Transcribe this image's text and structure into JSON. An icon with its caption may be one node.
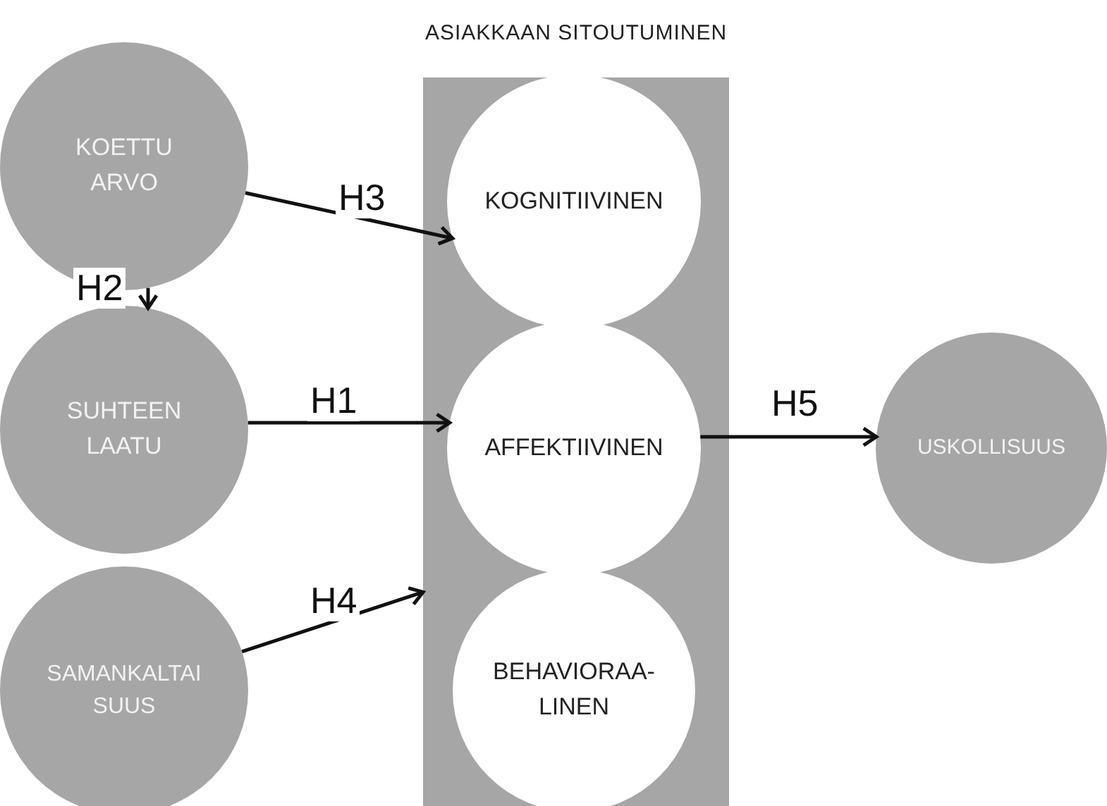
{
  "diagram": {
    "nodes": [
      {
        "text": [
          "ASIAKKAAN SITOUTUMINEN"
        ]
      },
      {
        "text": [
          "KOGNITIIVINEN"
        ],
        "in": 0
      },
      {
        "text": [
          "AFFEKTIIVINEN"
        ],
        "in": 0
      },
      {
        "text": [
          "BEHAVIORAA- LINEN"
        ],
        "in": 0
      },
      {
        "text": [
          "KOETTU ARVO"
        ]
      },
      {
        "text": [
          "SUHTEEN LAATU"
        ]
      },
      {
        "text": [
          "SAMANKALTAI SUUS"
        ]
      },
      {
        "text": [
          "USKOLLISUUS"
        ]
      }
    ],
    "edges": [
      {
        "from": 4,
        "to": 1,
        "arrow": "to",
        "label": "H3"
      },
      {
        "from": 4,
        "to": 5,
        "arrow": "to",
        "label": "H2"
      },
      {
        "from": 5,
        "to": 2,
        "arrow": "to",
        "label": "H1"
      },
      {
        "from": 6,
        "to": 0,
        "arrow": "to",
        "label": "H4"
      },
      {
        "from": 2,
        "to": 7,
        "arrow": "to",
        "label": "H5"
      }
    ]
  }
}
